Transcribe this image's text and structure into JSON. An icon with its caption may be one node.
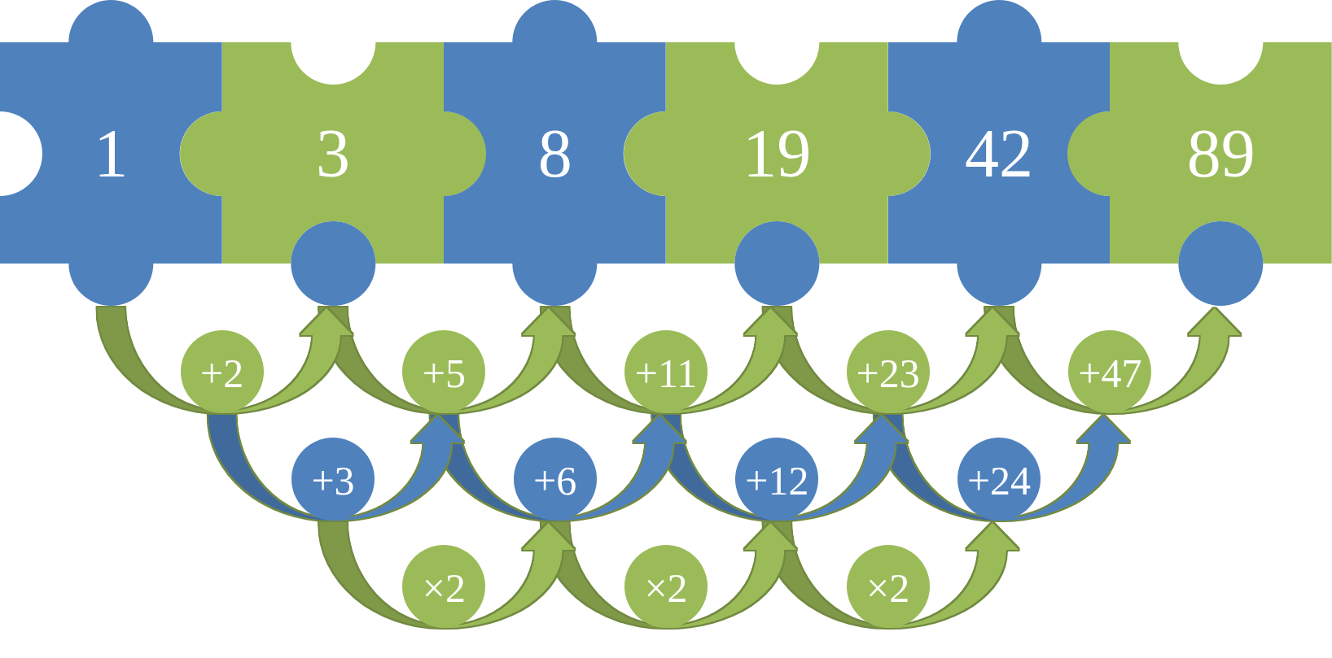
{
  "diagram": {
    "nodes": [
      {
        "text": [
          "1"
        ]
      },
      {
        "text": [
          "3"
        ]
      },
      {
        "text": [
          "8"
        ]
      },
      {
        "text": [
          "19"
        ]
      },
      {
        "text": [
          "42"
        ]
      },
      {
        "text": [
          "89"
        ]
      },
      {
        "text": [
          "+2"
        ]
      },
      {
        "text": [
          "+5"
        ]
      },
      {
        "text": [
          "+11"
        ]
      },
      {
        "text": [
          "+23"
        ]
      },
      {
        "text": [
          "+47"
        ]
      },
      {
        "text": [
          "+3"
        ]
      },
      {
        "text": [
          "+6"
        ]
      },
      {
        "text": [
          "+12"
        ]
      },
      {
        "text": [
          "+24"
        ]
      },
      {
        "text": [
          "×2"
        ]
      },
      {
        "text": [
          "×2"
        ]
      },
      {
        "text": [
          "×2"
        ]
      }
    ],
    "edges": [
      {
        "from": 0,
        "to": 1,
        "arrow": "to"
      },
      {
        "from": 1,
        "to": 2,
        "arrow": "to"
      },
      {
        "from": 2,
        "to": 3,
        "arrow": "to"
      },
      {
        "from": 3,
        "to": 4,
        "arrow": "to"
      },
      {
        "from": 4,
        "to": 5,
        "arrow": "to"
      },
      {
        "from": 6,
        "to": 7,
        "arrow": "to",
        "color": "#4f81bd"
      },
      {
        "from": 7,
        "to": 8,
        "arrow": "to",
        "color": "#4f81bd"
      },
      {
        "from": 8,
        "to": 9,
        "arrow": "to",
        "color": "#4f81bd"
      },
      {
        "from": 9,
        "to": 10,
        "arrow": "to",
        "color": "#4f81bd"
      },
      {
        "from": 11,
        "to": 12,
        "arrow": "to"
      },
      {
        "from": 12,
        "to": 13,
        "arrow": "to"
      },
      {
        "from": 13,
        "to": 14,
        "arrow": "to"
      }
    ]
  }
}
